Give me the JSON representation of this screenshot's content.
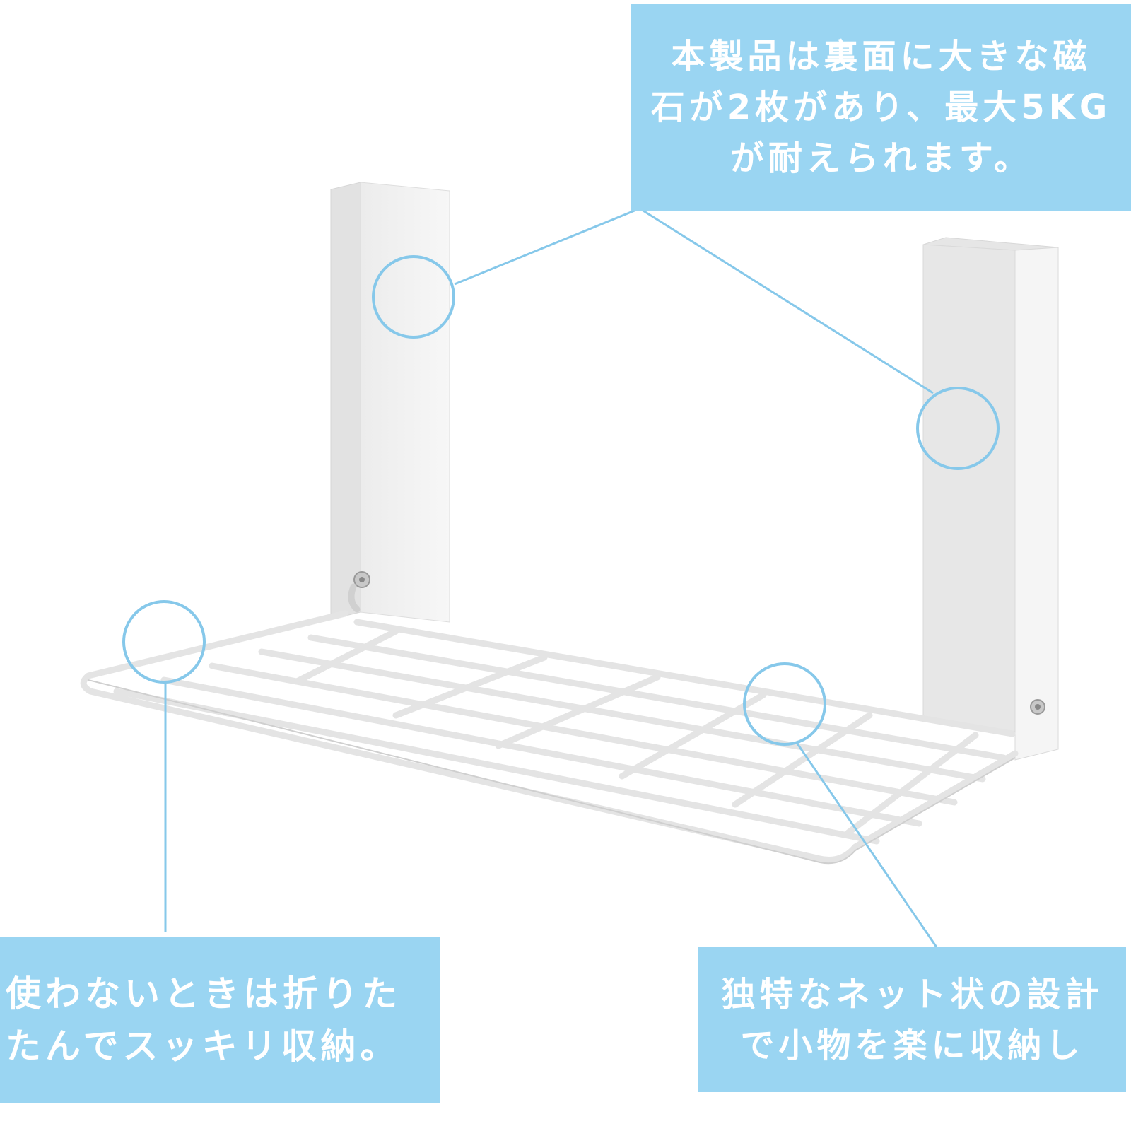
{
  "colors": {
    "callout_bg": "#9ad5f2",
    "callout_text": "#ffffff",
    "leader_line": "#86c8ea",
    "product": "#f2f2f2"
  },
  "callouts": {
    "top": {
      "lines": [
        "本製品は裏面に大きな磁",
        "石が2枚があり、最大5KG",
        "が耐えられます。"
      ]
    },
    "left": {
      "lines": [
        "使わないときは折りた",
        "たんでスッキリ収納。"
      ]
    },
    "right": {
      "lines": [
        "独特なネット状の設計",
        "で小物を楽に収納し"
      ]
    }
  }
}
